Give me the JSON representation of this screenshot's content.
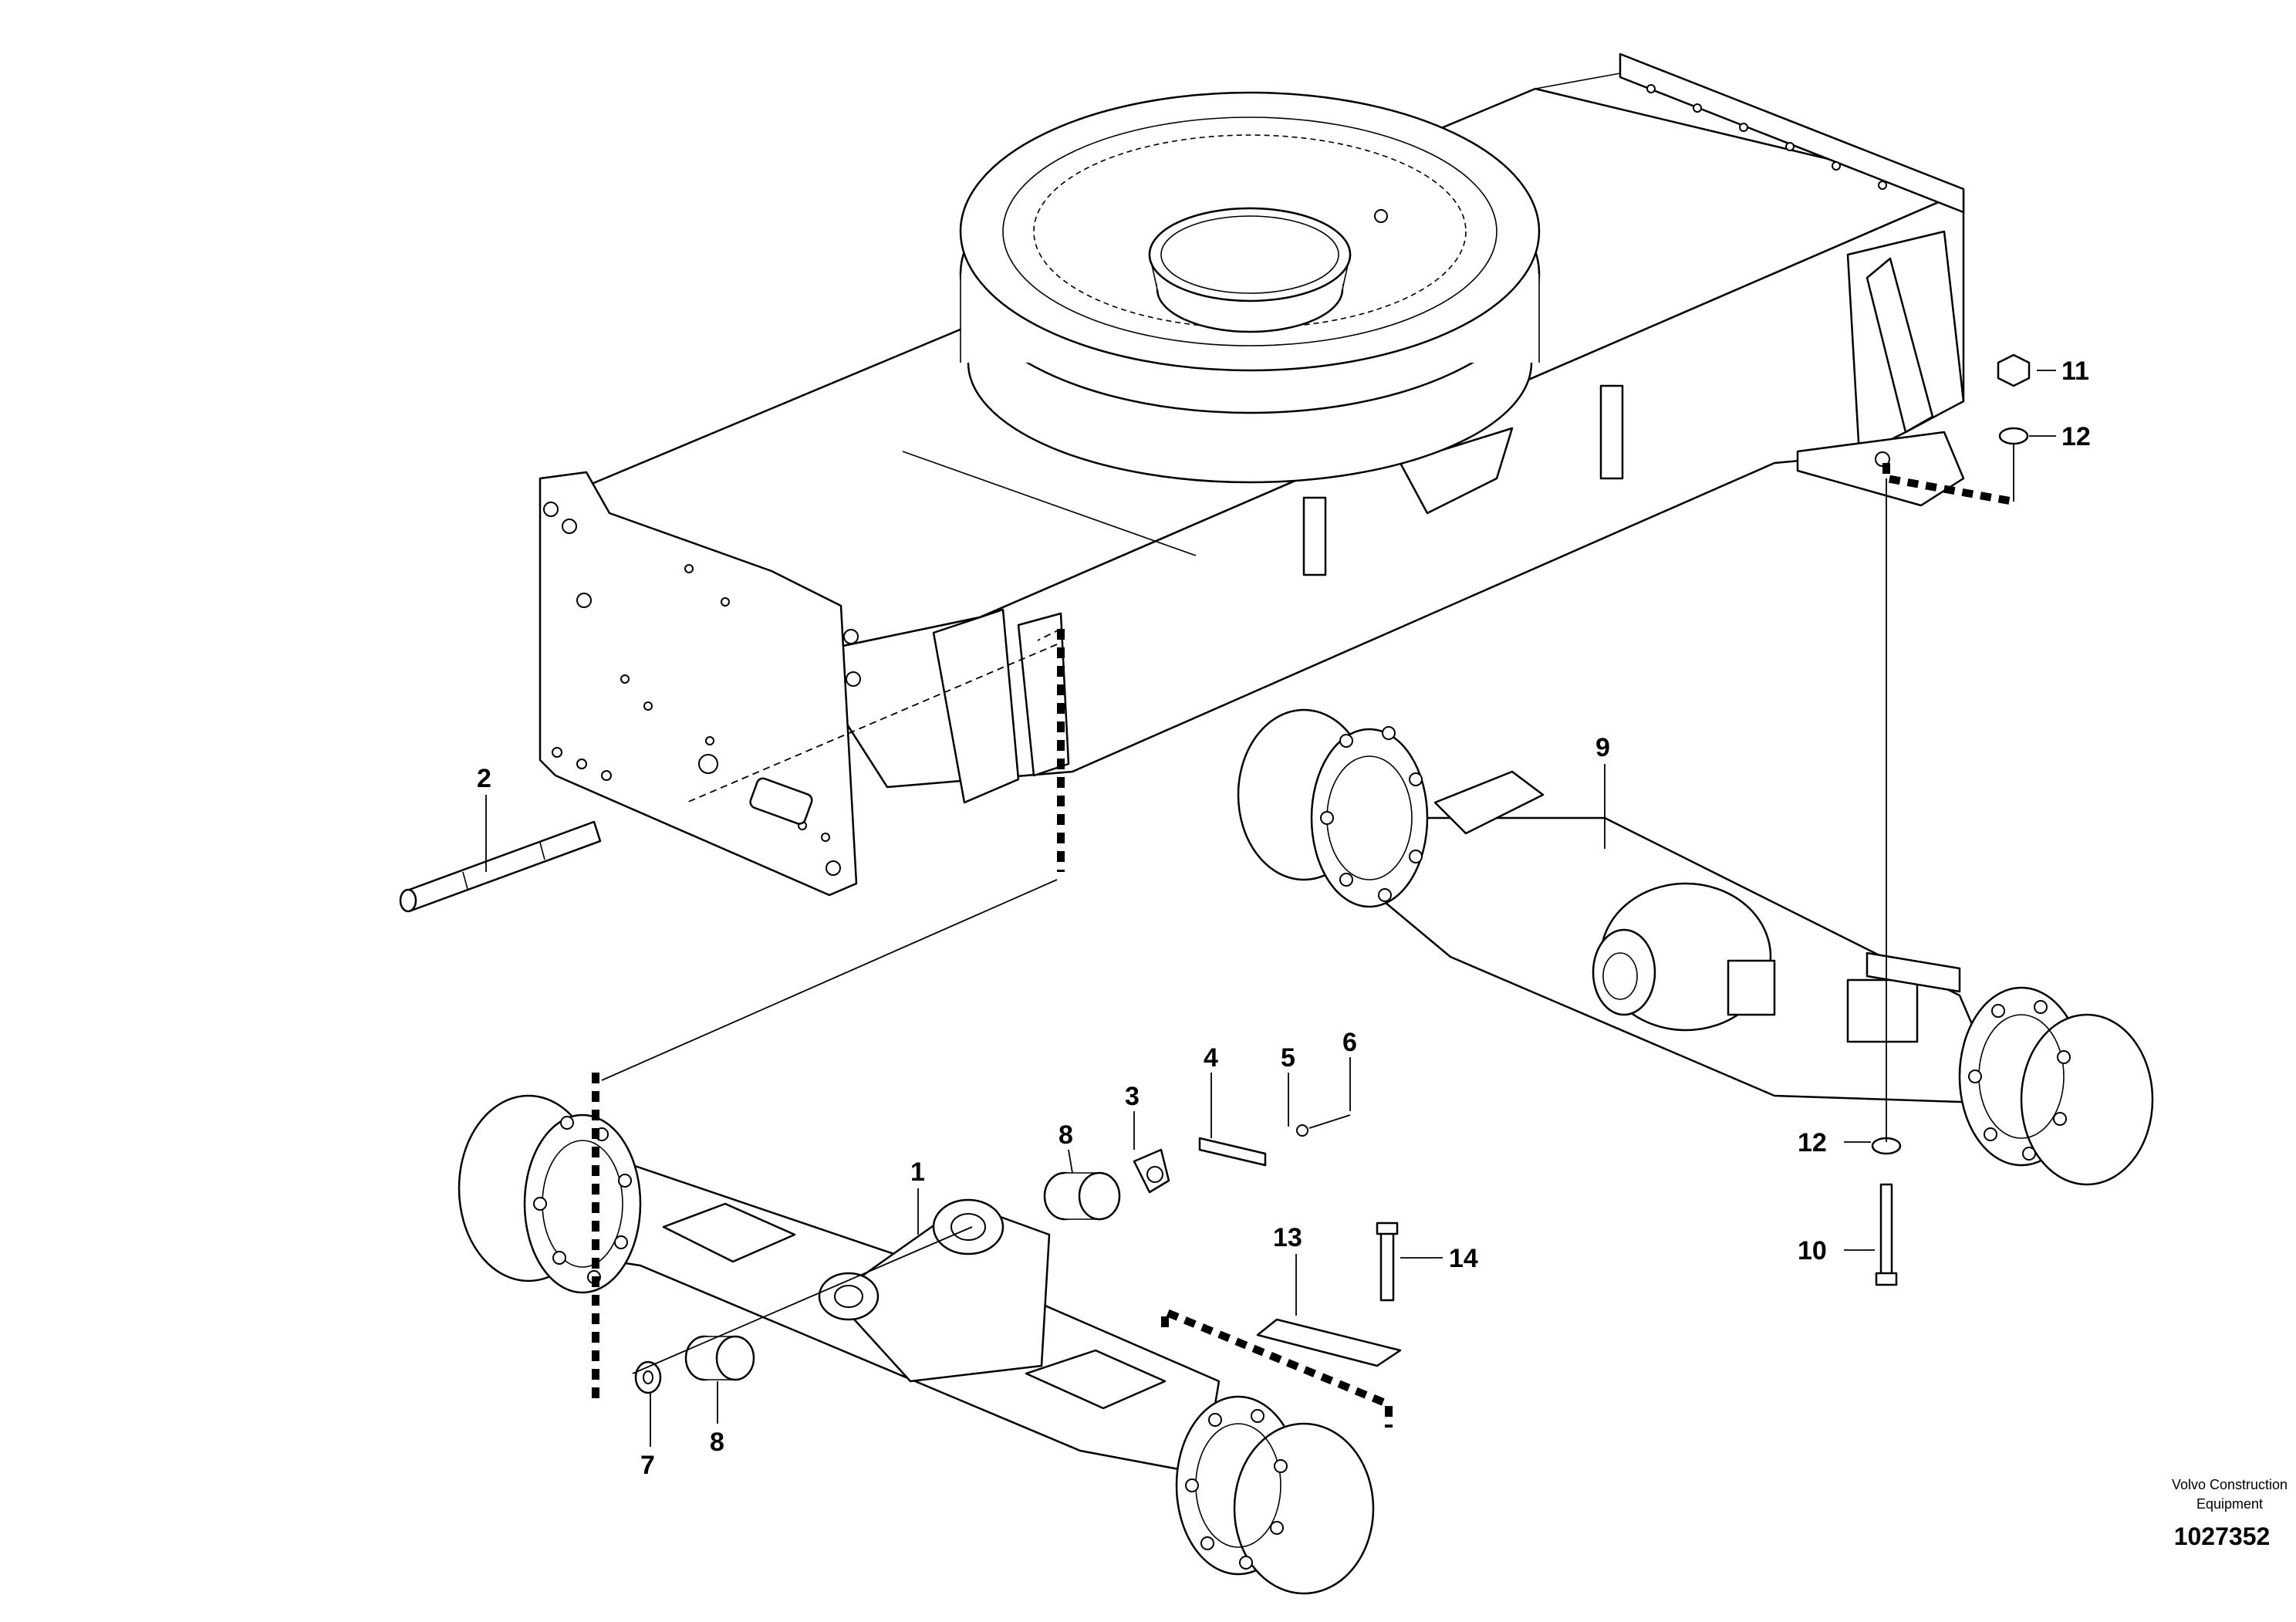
{
  "diagram": {
    "publisher_lines": [
      "Volvo Construction",
      "Equipment"
    ],
    "document_number": "1027352",
    "callouts": [
      {
        "id": "c1",
        "label": "1"
      },
      {
        "id": "c2",
        "label": "2"
      },
      {
        "id": "c3",
        "label": "3"
      },
      {
        "id": "c4",
        "label": "4"
      },
      {
        "id": "c5",
        "label": "5"
      },
      {
        "id": "c6",
        "label": "6"
      },
      {
        "id": "c7",
        "label": "7"
      },
      {
        "id": "c8a",
        "label": "8"
      },
      {
        "id": "c8b",
        "label": "8"
      },
      {
        "id": "c9",
        "label": "9"
      },
      {
        "id": "c10",
        "label": "10"
      },
      {
        "id": "c11",
        "label": "11"
      },
      {
        "id": "c12a",
        "label": "12"
      },
      {
        "id": "c12b",
        "label": "12"
      },
      {
        "id": "c13",
        "label": "13"
      },
      {
        "id": "c14",
        "label": "14"
      }
    ]
  }
}
